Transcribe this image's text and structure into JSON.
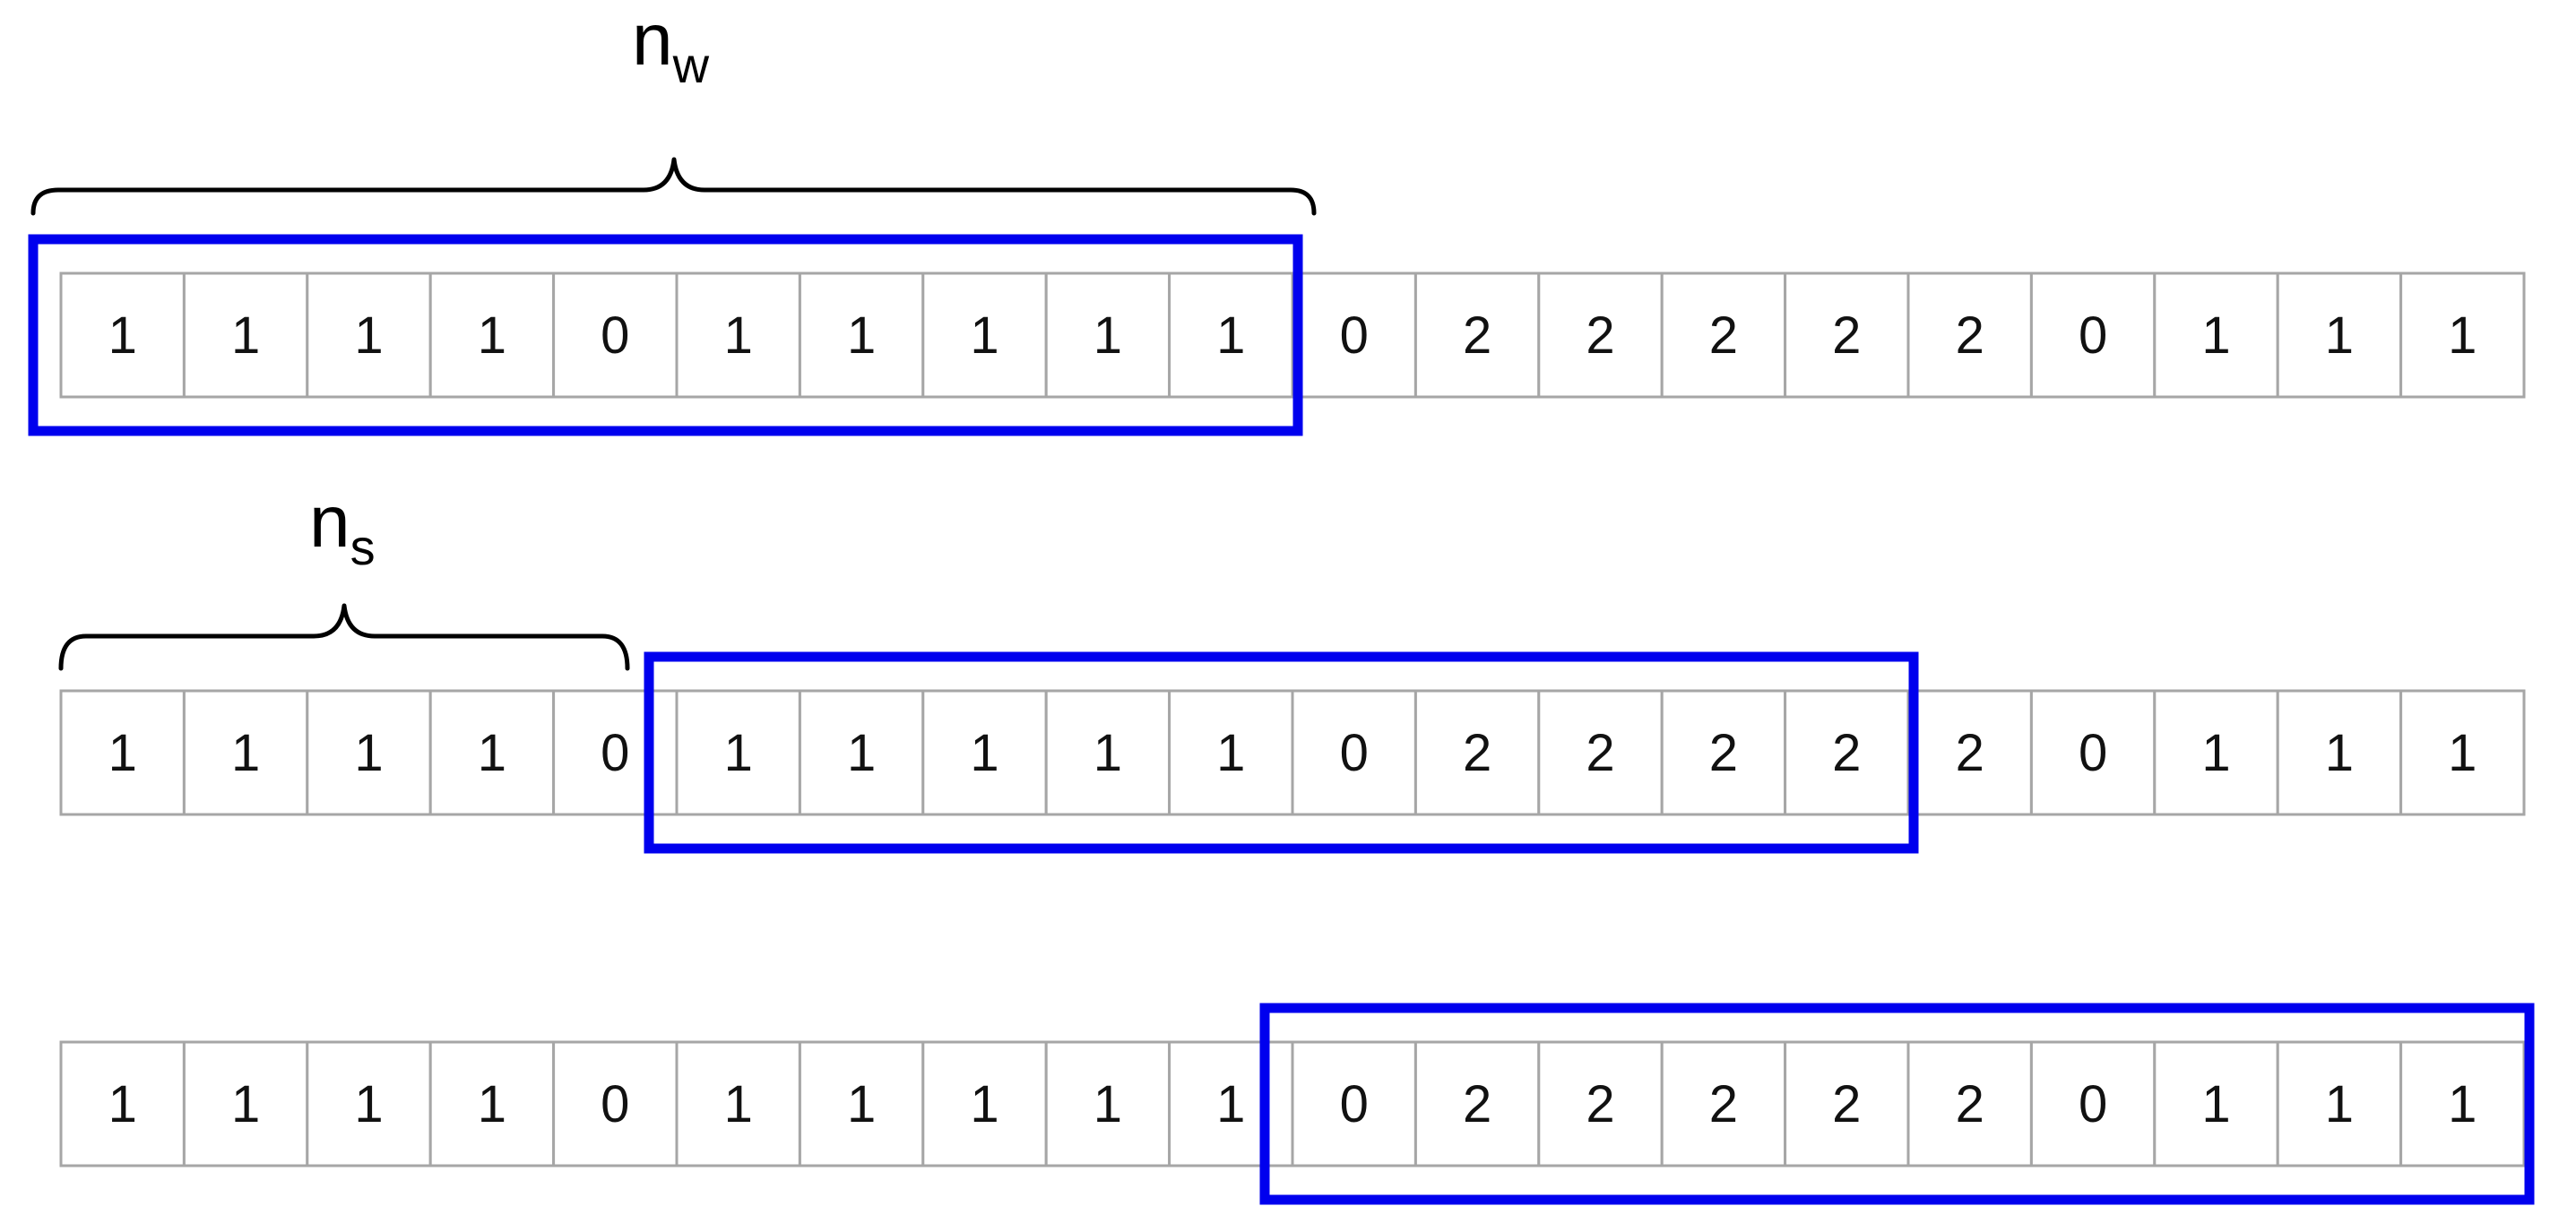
{
  "diagram": {
    "accent_color": "#0000ee",
    "brace_labels": {
      "window": {
        "base": "n",
        "subscript": "w"
      },
      "step": {
        "base": "n",
        "subscript": "s"
      }
    },
    "rows": [
      {
        "name": "row-1",
        "values": [
          "1",
          "1",
          "1",
          "1",
          "0",
          "1",
          "1",
          "1",
          "1",
          "1",
          "0",
          "2",
          "2",
          "2",
          "2",
          "2",
          "0",
          "1",
          "1",
          "1"
        ],
        "window_start": 0,
        "window_length": 10
      },
      {
        "name": "row-2",
        "values": [
          "1",
          "1",
          "1",
          "1",
          "0",
          "1",
          "1",
          "1",
          "1",
          "1",
          "0",
          "2",
          "2",
          "2",
          "2",
          "2",
          "0",
          "1",
          "1",
          "1"
        ],
        "window_start": 5,
        "window_length": 10
      },
      {
        "name": "row-3",
        "values": [
          "1",
          "1",
          "1",
          "1",
          "0",
          "1",
          "1",
          "1",
          "1",
          "1",
          "0",
          "2",
          "2",
          "2",
          "2",
          "2",
          "0",
          "1",
          "1",
          "1"
        ],
        "window_start": 10,
        "window_length": 10
      }
    ]
  }
}
